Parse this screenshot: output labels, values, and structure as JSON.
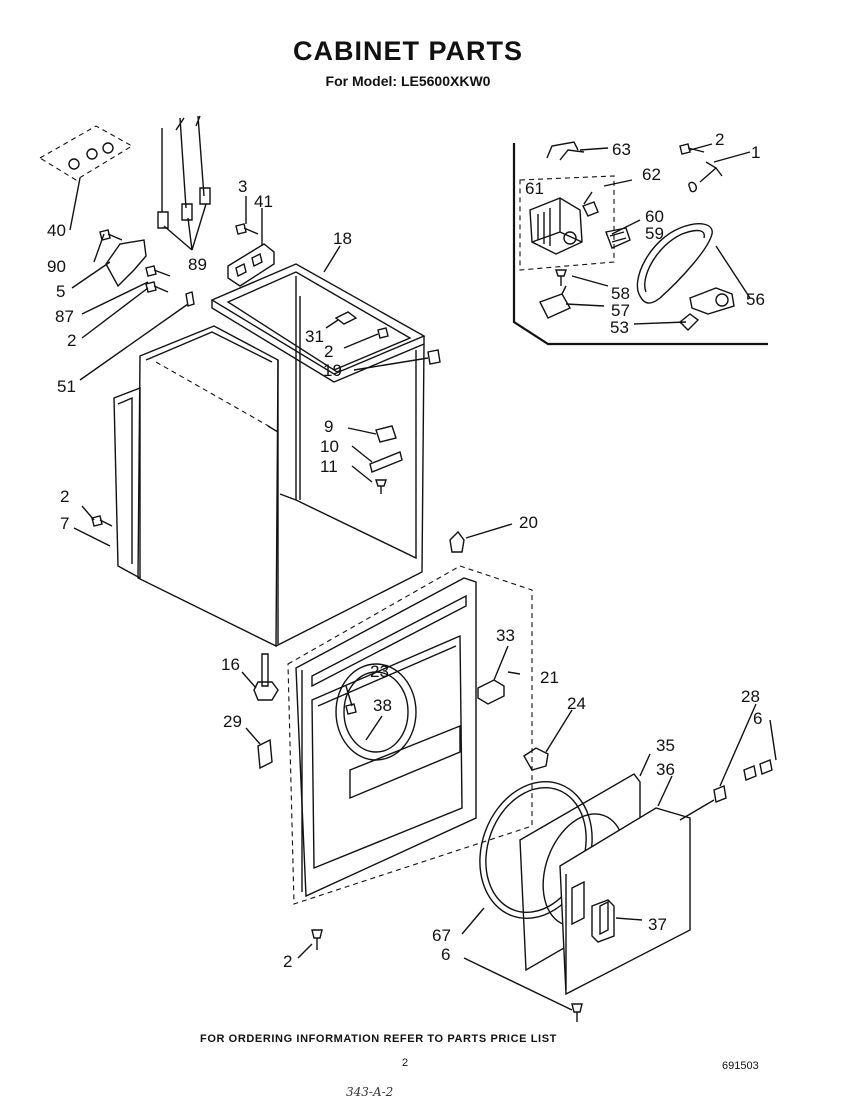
{
  "header": {
    "title": "CABINET PARTS",
    "subtitle": "For Model: LE5600XKW0"
  },
  "footer": {
    "note": "FOR ORDERING INFORMATION REFER TO PARTS PRICE LIST",
    "page_number": "2",
    "doc_number": "691503",
    "handwritten": "343-A-2"
  },
  "callouts": {
    "c1": "1",
    "c2a": "2",
    "c63": "63",
    "c62": "62",
    "c61": "61",
    "c60": "60",
    "c59": "59",
    "c58": "58",
    "c57": "57",
    "c53": "53",
    "c56": "56",
    "c40": "40",
    "c90": "90",
    "c5": "5",
    "c87": "87",
    "c2b": "2",
    "c51": "51",
    "c3": "3",
    "c41": "41",
    "c89": "89",
    "c18": "18",
    "c31": "31",
    "c2c": "2",
    "c19": "19",
    "c9": "9",
    "c10": "10",
    "c11": "11",
    "c2d": "2",
    "c7": "7",
    "c20": "20",
    "c16": "16",
    "c29": "29",
    "c23": "23",
    "c38": "38",
    "c33": "33",
    "c21": "21",
    "c24": "24",
    "c35": "35",
    "c36": "36",
    "c28": "28",
    "c6a": "6",
    "c37": "37",
    "c67": "67",
    "c6b": "6",
    "c2e": "2"
  }
}
